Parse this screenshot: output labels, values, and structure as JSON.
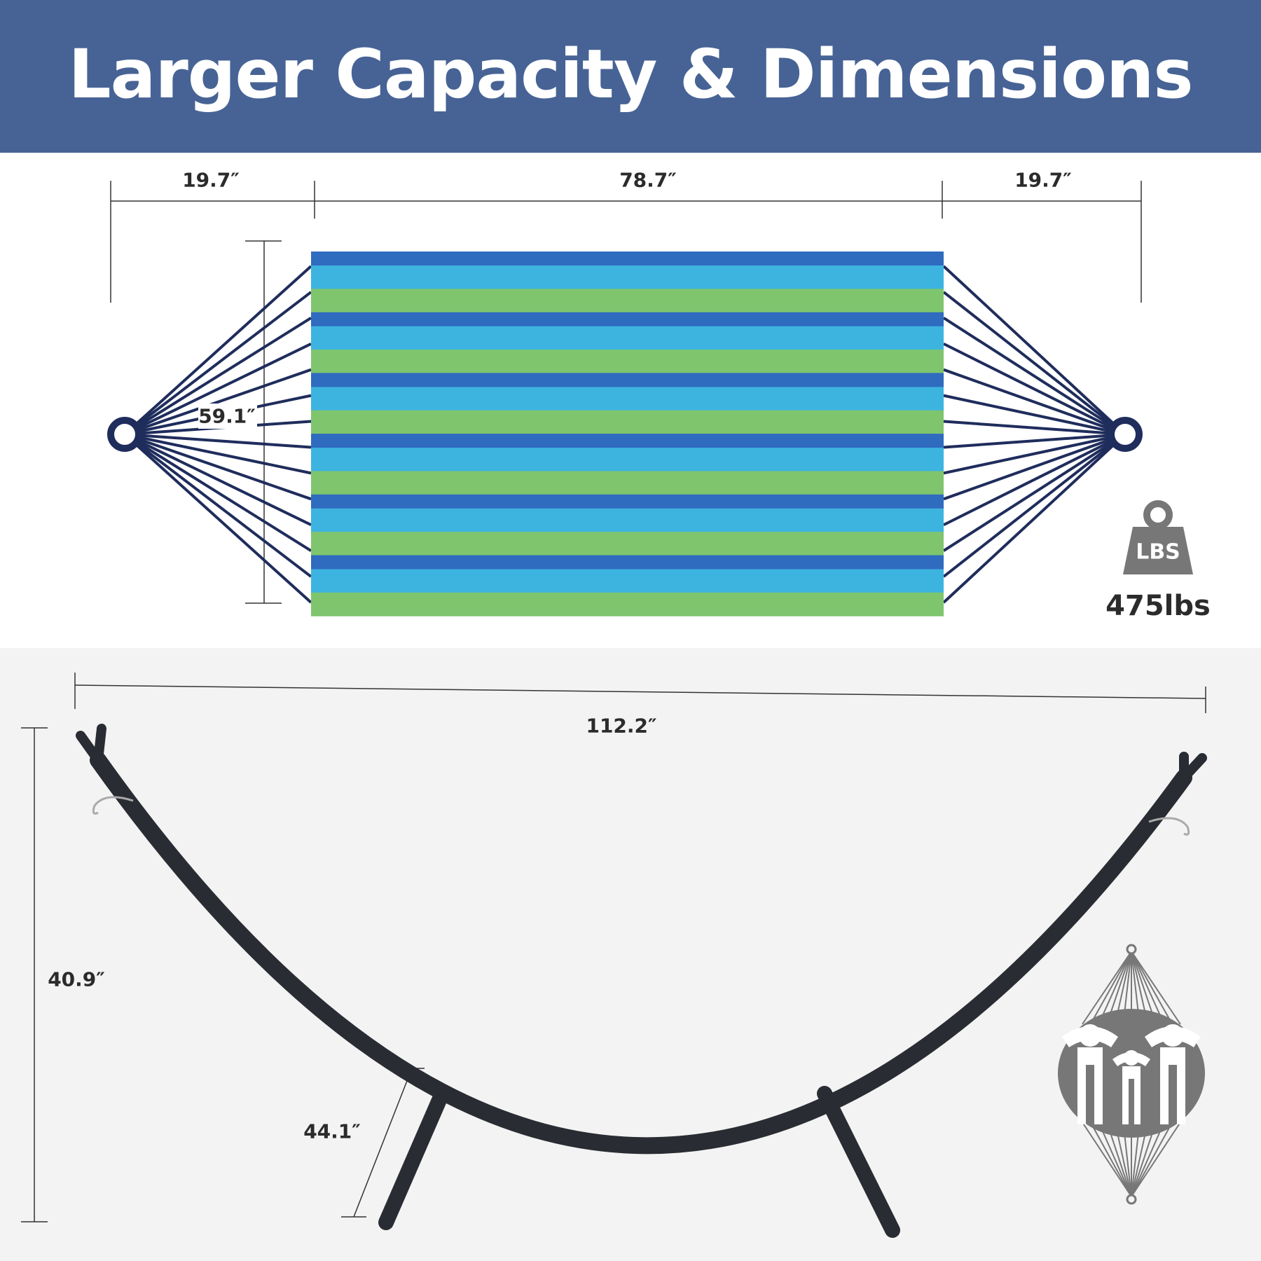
{
  "header": {
    "title": "Larger Capacity & Dimensions"
  },
  "hammock": {
    "left_span": "19.7″",
    "bed_length": "78.7″",
    "right_span": "19.7″",
    "width": "59.1″",
    "stripe_colors": [
      "#2f6bbf",
      "#3db4e0",
      "#7ec56e"
    ]
  },
  "capacity": {
    "icon_label": "LBS",
    "value": "475lbs"
  },
  "stand": {
    "length": "112.2″",
    "height": "40.9″",
    "base_width": "44.1″"
  },
  "colors": {
    "header": "#476395",
    "rope": "#1f2d5c",
    "stand": "#2a2c33",
    "icon_gray": "#777777"
  }
}
